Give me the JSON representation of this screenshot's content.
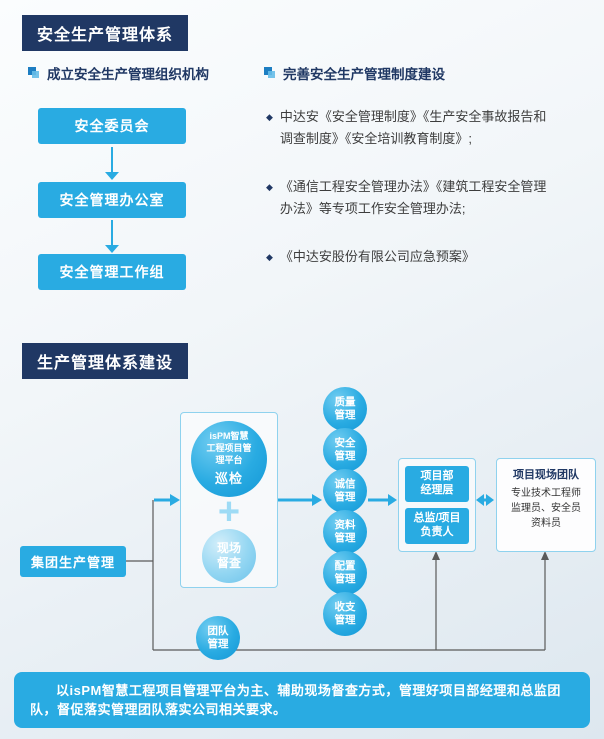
{
  "sections": {
    "safety": {
      "badge": "安全生产管理体系",
      "org": {
        "heading": "成立安全生产管理组织机构",
        "boxes": [
          "安全委员会",
          "安全管理办公室",
          "安全管理工作组"
        ]
      },
      "rules": {
        "heading": "完善安全生产管理制度建设",
        "bullets": [
          "中达安《安全管理制度》《生产安全事故报告和调查制度》《安全培训教育制度》;",
          "《通信工程安全管理办法》《建筑工程安全管理办法》等专项工作安全管理办法;",
          "《中达安股份有限公司应急预案》"
        ]
      }
    },
    "production": {
      "badge": "生产管理体系建设",
      "flow": {
        "group_box": "集团生产管理",
        "platform_circle": {
          "name": "isPM智慧工程项目管理平台",
          "mode": "巡检"
        },
        "plus_sign": "+",
        "site_circle": "现场督查",
        "management_circles": [
          "质量管理",
          "安全管理",
          "诚信管理",
          "资料管理",
          "配置管理",
          "收支管理"
        ],
        "manager_group": {
          "box1": "项目部经理层",
          "box2": "总监/项目负责人"
        },
        "site_team": {
          "title": "项目现场团队",
          "lines": [
            "专业技术工程师",
            "监理员、安全员",
            "资料员"
          ]
        },
        "team_circle": "团队管理"
      },
      "summary": "以isPM智慧工程项目管理平台为主、辅助现场督查方式，管理好项目部经理和总监团队，督促落实管理团队落实公司相关要求。"
    }
  },
  "colors": {
    "accent_blue": "#29abe2",
    "dark_navy": "#203864"
  }
}
